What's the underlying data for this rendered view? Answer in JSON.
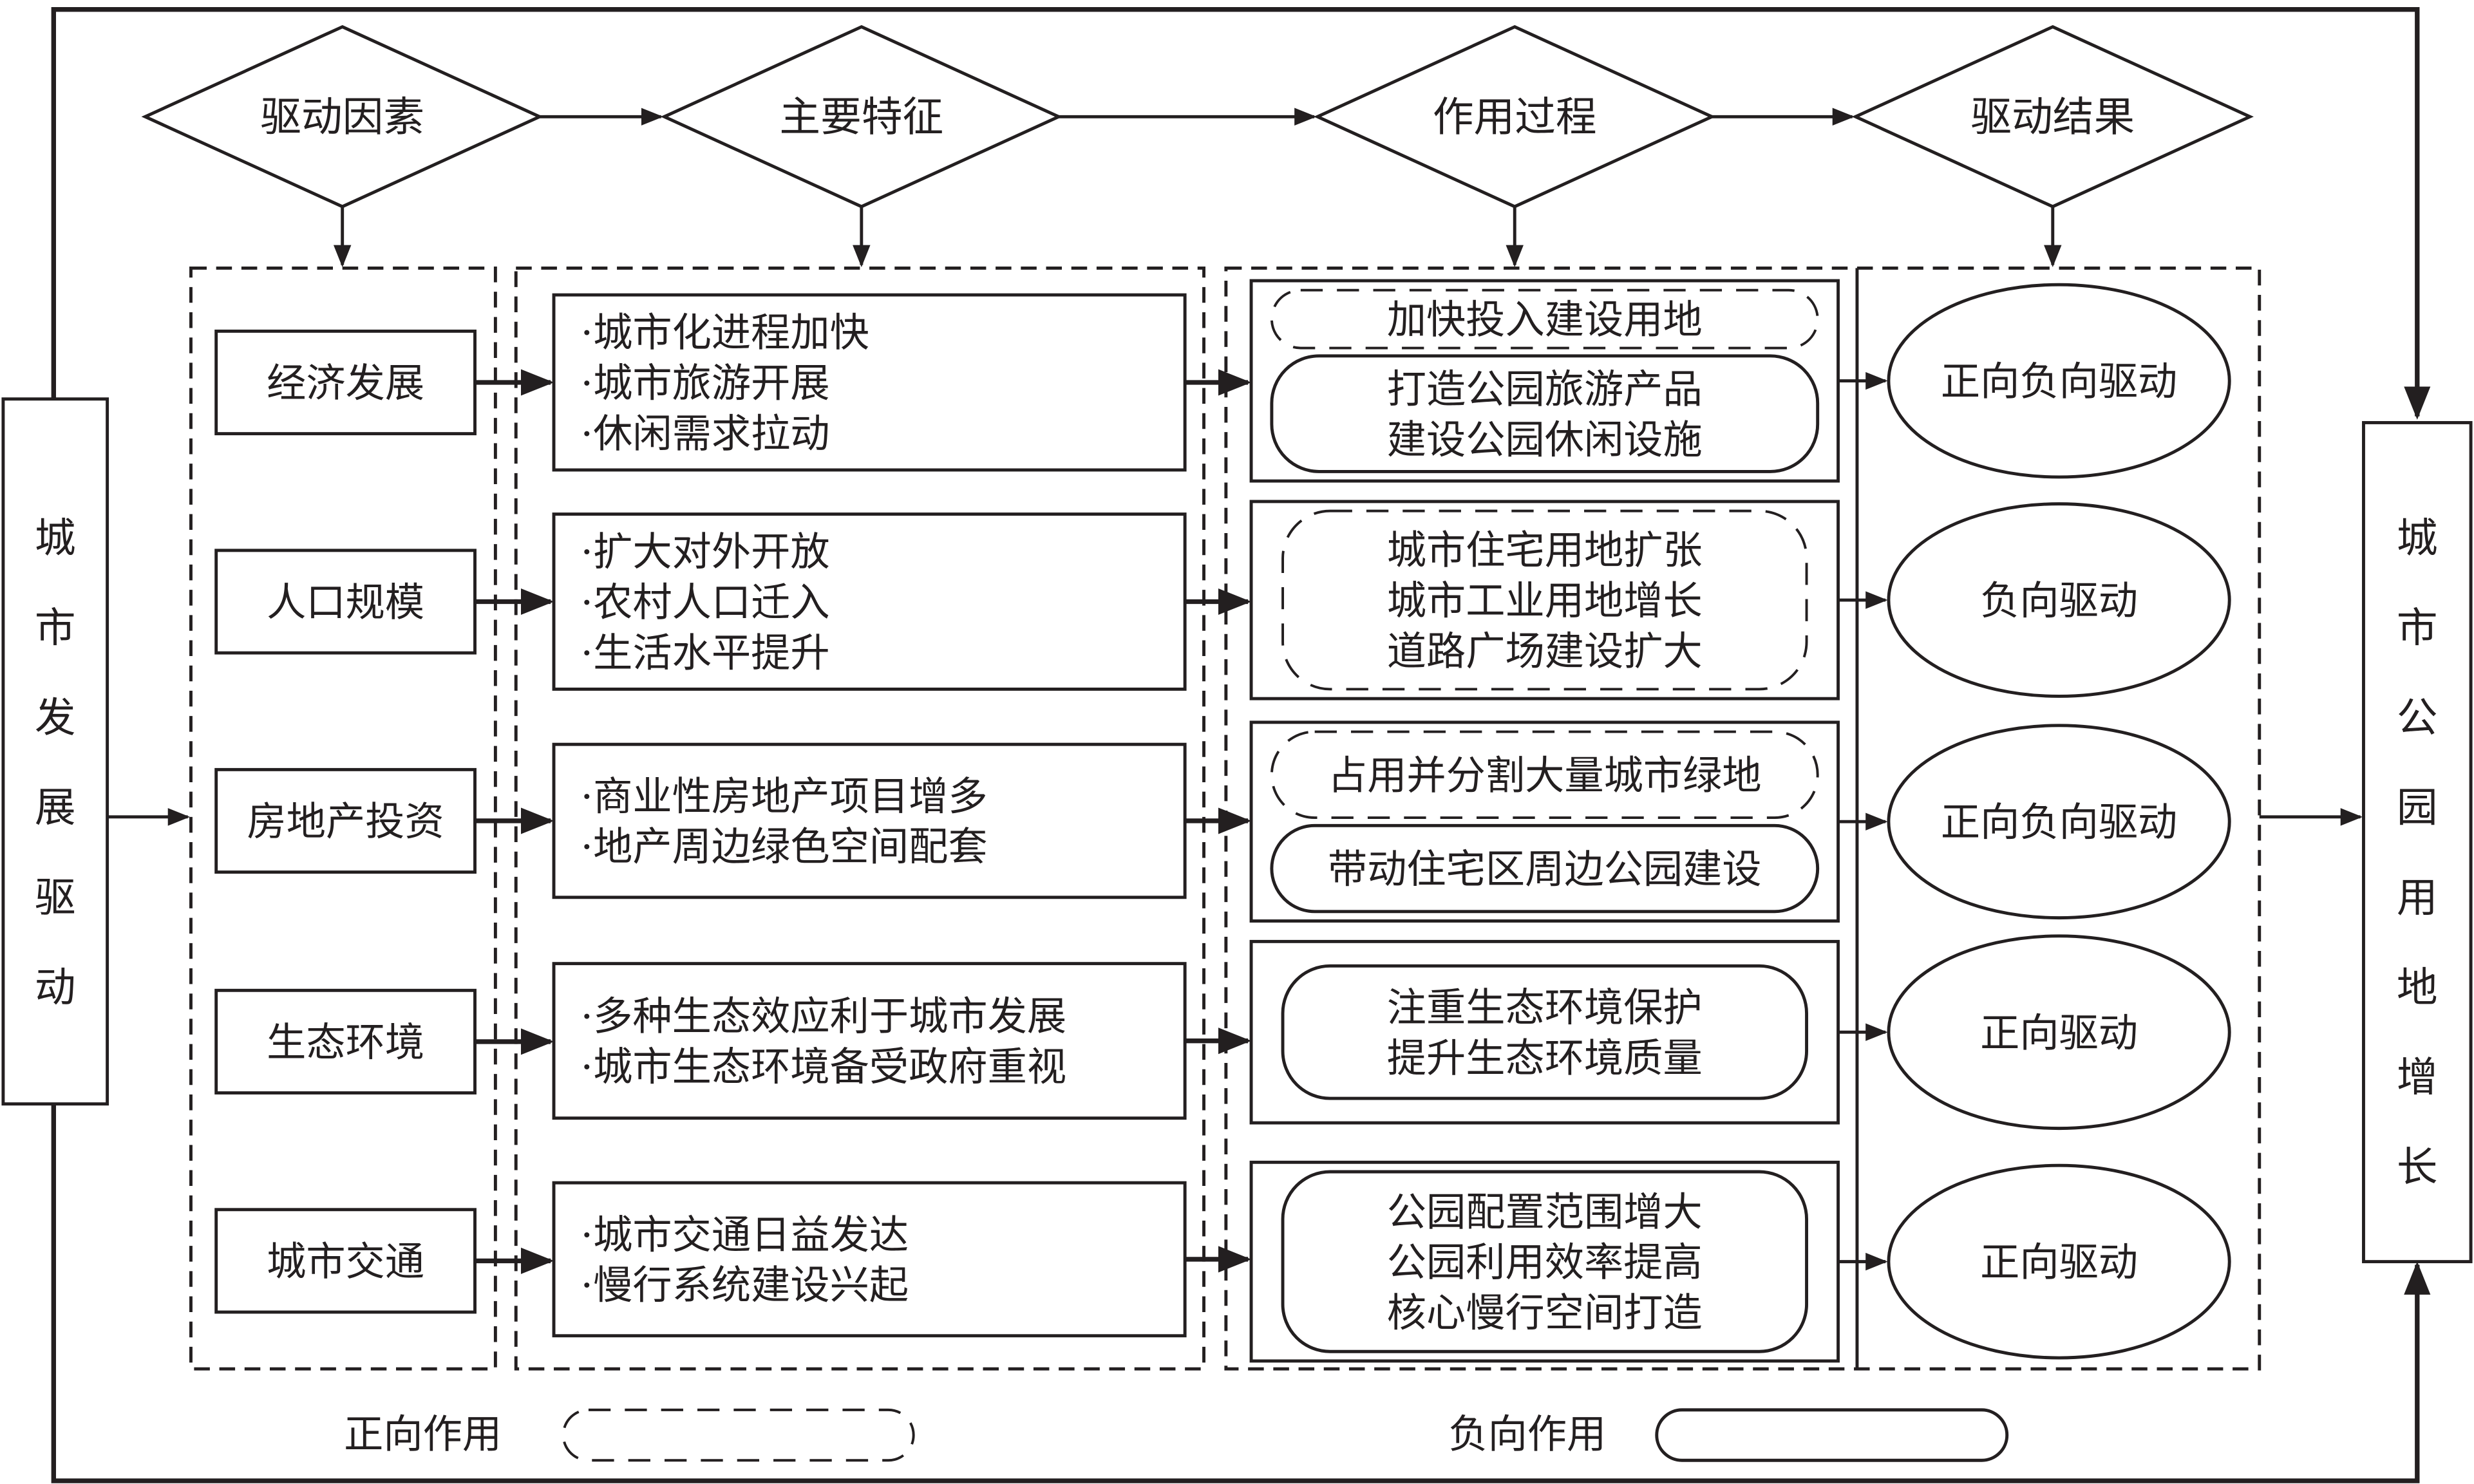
{
  "stages": [
    {
      "label": "驱动因素"
    },
    {
      "label": "主要特征"
    },
    {
      "label": "作用过程"
    },
    {
      "label": "驱动结果"
    }
  ],
  "left_box": {
    "label": "城市发展驱动",
    "chars": [
      "城",
      "市",
      "发",
      "展",
      "驱",
      "动"
    ]
  },
  "right_box": {
    "label": "城市公园用地增长",
    "chars": [
      "城",
      "市",
      "公",
      "园",
      "用",
      "地",
      "增",
      "长"
    ]
  },
  "rows": [
    {
      "factor": "经济发展",
      "features": [
        "·城市化进程加快",
        "·城市旅游开展",
        "·休闲需求拉动"
      ],
      "processes": [
        {
          "type": "positive",
          "lines": [
            "加快投入建设用地"
          ]
        },
        {
          "type": "negative",
          "lines": [
            "打造公园旅游产品",
            "建设公园休闲设施"
          ]
        }
      ],
      "result": "正向负向驱动"
    },
    {
      "factor": "人口规模",
      "features": [
        "·扩大对外开放",
        "·农村人口迁入",
        "·生活水平提升"
      ],
      "processes": [
        {
          "type": "positive",
          "lines": [
            "城市住宅用地扩张",
            "城市工业用地增长",
            "道路广场建设扩大"
          ]
        }
      ],
      "result": "负向驱动"
    },
    {
      "factor": "房地产投资",
      "features": [
        "·商业性房地产项目增多",
        "·地产周边绿色空间配套"
      ],
      "processes": [
        {
          "type": "positive",
          "lines": [
            "占用并分割大量城市绿地"
          ]
        },
        {
          "type": "negative",
          "lines": [
            "带动住宅区周边公园建设"
          ]
        }
      ],
      "result": "正向负向驱动"
    },
    {
      "factor": "生态环境",
      "features": [
        "·多种生态效应利于城市发展",
        "·城市生态环境备受政府重视"
      ],
      "processes": [
        {
          "type": "negative",
          "lines": [
            "注重生态环境保护",
            "提升生态环境质量"
          ]
        }
      ],
      "result": "正向驱动"
    },
    {
      "factor": "城市交通",
      "features": [
        "·城市交通日益发达",
        "·慢行系统建设兴起"
      ],
      "processes": [
        {
          "type": "negative",
          "lines": [
            "公园配置范围增大",
            "公园利用效率提高",
            "核心慢行空间打造"
          ]
        }
      ],
      "result": "正向驱动"
    }
  ],
  "legend": {
    "positive": {
      "label": "正向作用",
      "style": "dashed"
    },
    "negative": {
      "label": "负向作用",
      "style": "solid"
    }
  },
  "colors": {
    "stroke": "#231f20",
    "background": "#ffffff"
  }
}
